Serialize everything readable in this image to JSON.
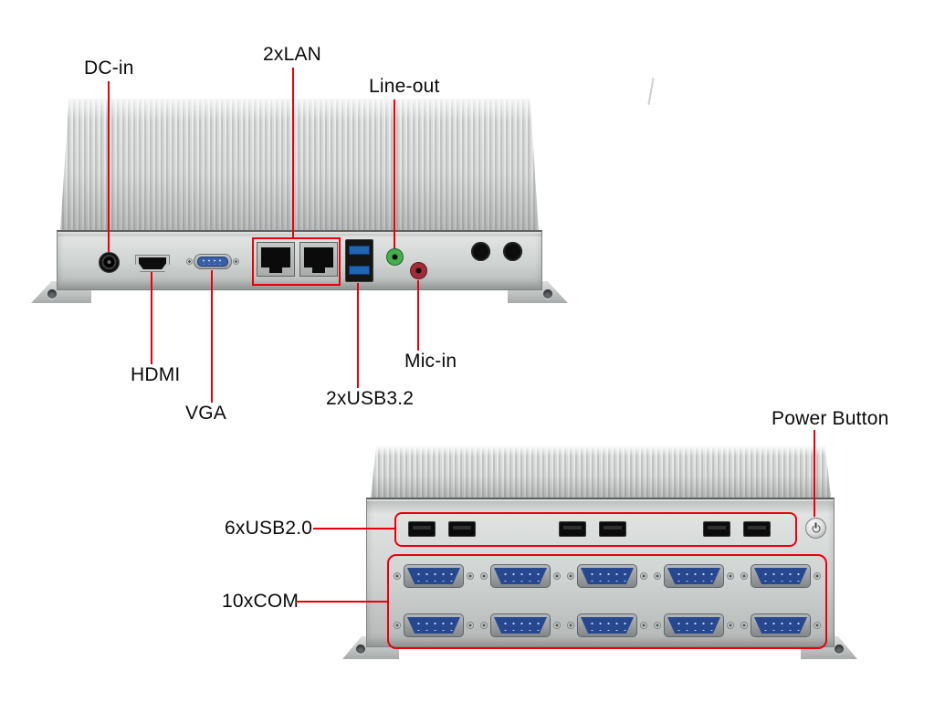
{
  "diagram": {
    "front": {
      "dc_in": "DC-in",
      "lan": "2xLAN",
      "line_out": "Line-out",
      "hdmi": "HDMI",
      "vga": "VGA",
      "usb3": "2xUSB3.2",
      "mic_in": "Mic-in"
    },
    "rear": {
      "power_button": "Power Button",
      "usb2": "6xUSB2.0",
      "com": "10xCOM"
    },
    "colors": {
      "callout_red": "#e8000d",
      "vga_blue": "#3b5ea9",
      "com_blue": "#27488f",
      "usb3_blue": "#2064b4",
      "line_out_green": "#44ae4b",
      "mic_in_red": "#a12b38",
      "chassis_gray": "#ccd0cf"
    }
  }
}
